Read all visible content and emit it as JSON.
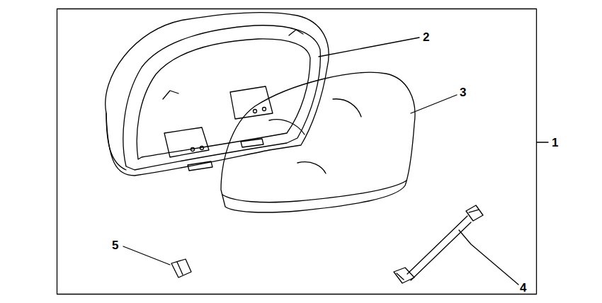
{
  "diagram": {
    "labels": [
      "2",
      "3",
      "5",
      "4",
      "1"
    ]
  }
}
